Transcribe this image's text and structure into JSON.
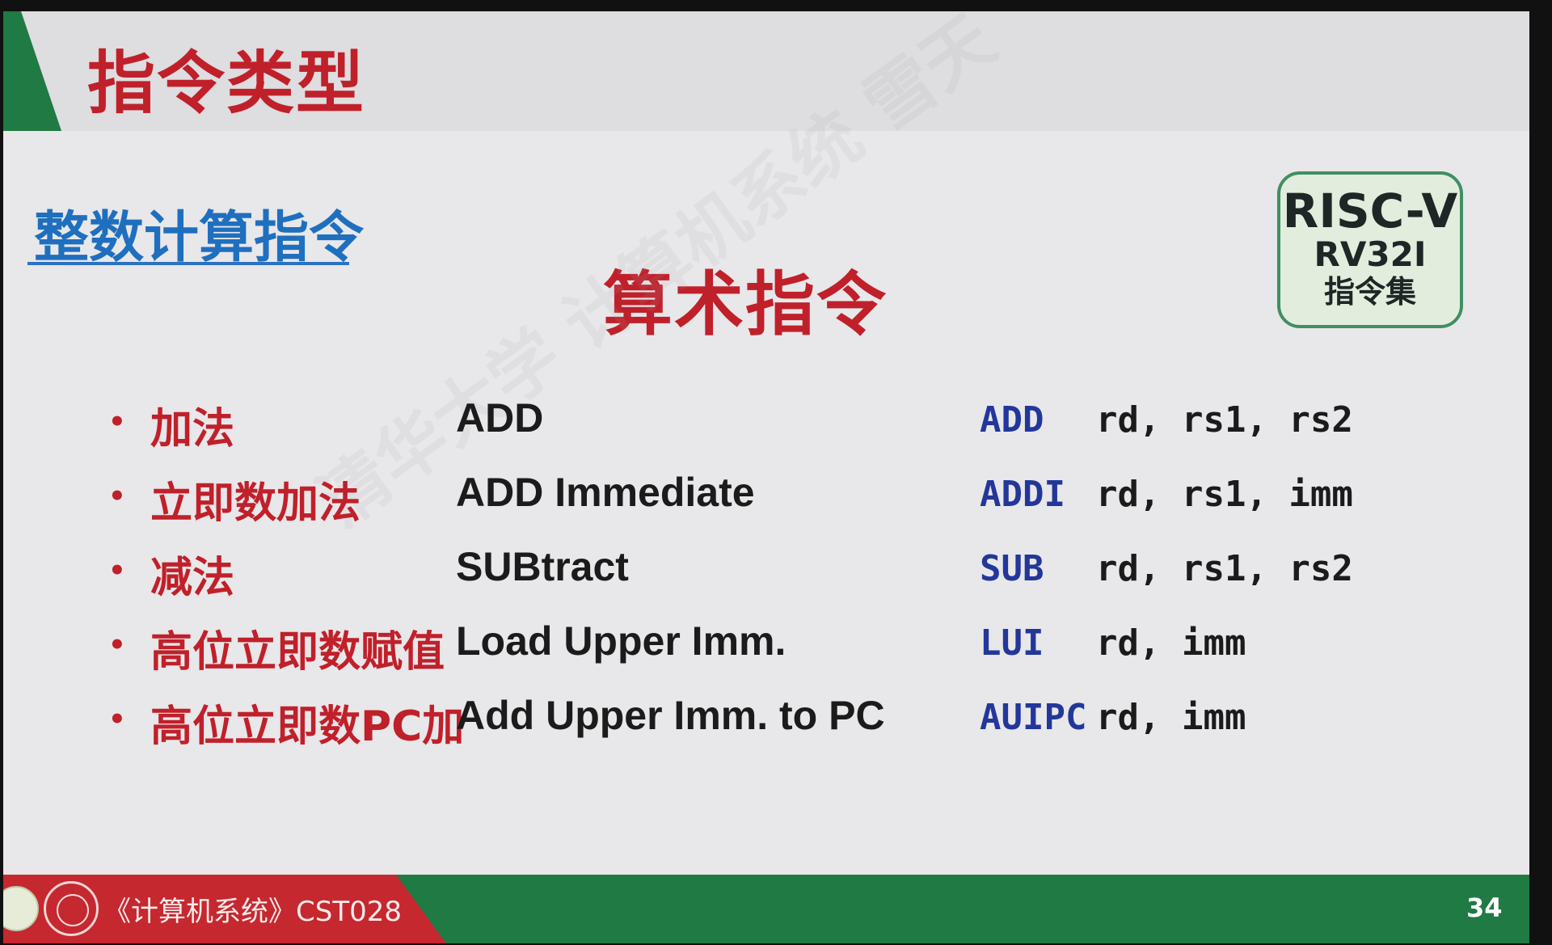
{
  "header": {
    "title": "指令类型"
  },
  "section": {
    "heading": "整数计算指令"
  },
  "center_heading": "算术指令",
  "badge": {
    "line1": "RISC-V",
    "line2": "RV32I",
    "line3": "指令集"
  },
  "instructions": [
    {
      "bullet": "•",
      "cn": "加法",
      "en": "ADD",
      "op": "ADD",
      "args": "rd, rs1, rs2"
    },
    {
      "bullet": "•",
      "cn": "立即数加法",
      "en": "ADD Immediate",
      "op": "ADDI",
      "args": "rd, rs1, imm"
    },
    {
      "bullet": "•",
      "cn": "减法",
      "en": "SUBtract",
      "op": "SUB",
      "args": "rd, rs1, rs2"
    },
    {
      "bullet": "•",
      "cn": "高位立即数赋值",
      "en": "Load Upper Imm.",
      "op": "LUI",
      "args": "rd, imm"
    },
    {
      "bullet": "•",
      "cn": "高位立即数PC加",
      "en": "Add Upper Imm. to PC",
      "op": "AUIPC",
      "args": "rd, imm"
    }
  ],
  "footer": {
    "course": "《计算机系统》CST028",
    "page": "34"
  },
  "colors": {
    "title_red": "#c0202a",
    "heading_blue": "#1f6fbf",
    "opcode_blue": "#23379a",
    "footer_green": "#1f7a43",
    "footer_red": "#c5282f",
    "badge_border": "#3f8f62"
  }
}
